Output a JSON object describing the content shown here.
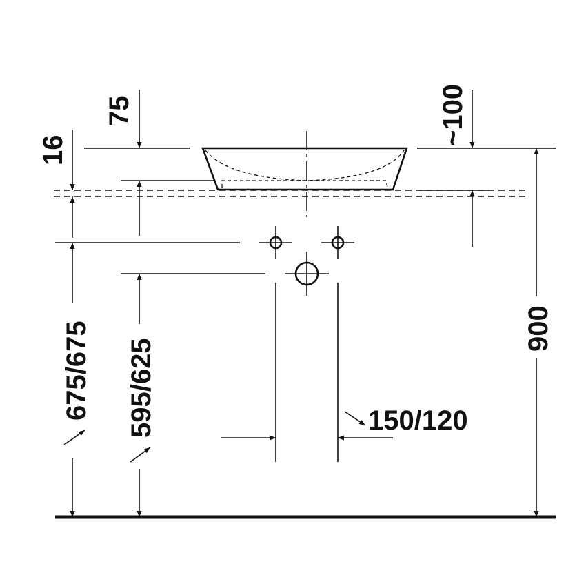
{
  "dimensions": {
    "rim_height": "75",
    "tap_offset": "~100",
    "base_thickness": "16",
    "tap_hole_height": "675/675",
    "waste_height": "595/625",
    "total_height": "900",
    "trap_width": "150/120"
  },
  "colors": {
    "line": "#111111",
    "background": "#ffffff"
  }
}
